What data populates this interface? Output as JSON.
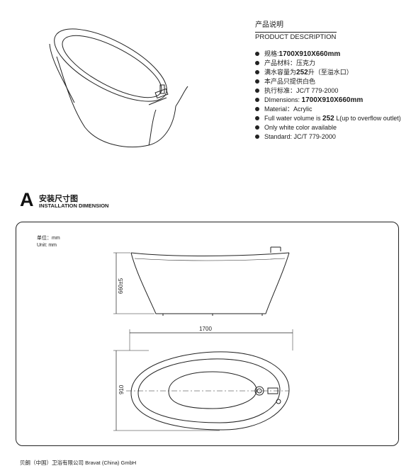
{
  "description": {
    "title_cn": "产品说明",
    "title_en": "PRODUCT DESCRIPTION",
    "items": [
      {
        "prefix": "规格:",
        "emph": "1700X910X660mm",
        "suffix": ""
      },
      {
        "prefix": "产品材料：压克力",
        "emph": "",
        "suffix": ""
      },
      {
        "prefix": "满水容量为",
        "emph": "252",
        "suffix": "升（至溢水口）"
      },
      {
        "prefix": "本产品只提供白色",
        "emph": "",
        "suffix": ""
      },
      {
        "prefix": "执行标准：JC/T 779-2000",
        "emph": "",
        "suffix": ""
      },
      {
        "prefix": "DImensions: ",
        "emph": "1700X910X660mm",
        "suffix": ""
      },
      {
        "prefix": "Material：Acrylic",
        "emph": "",
        "suffix": ""
      },
      {
        "prefix": "Full water volume is ",
        "emph": "252",
        "suffix": " L(up to overflow outlet)"
      },
      {
        "prefix": "Only white color available",
        "emph": "",
        "suffix": ""
      },
      {
        "prefix": "Standard: JC/T 779-2000",
        "emph": "",
        "suffix": ""
      }
    ]
  },
  "section": {
    "letter": "A",
    "title_cn": "安装尺寸图",
    "title_en": "INSTALLATION DIMENSION"
  },
  "unit": {
    "cn": "单位：mm",
    "en": "Unit: mm"
  },
  "dimensions": {
    "height_label": "660±5",
    "length_label": "1700",
    "width_label": "910"
  },
  "footer": "贝朗（中国）卫浴有限公司   Bravat (China) GmbH"
}
